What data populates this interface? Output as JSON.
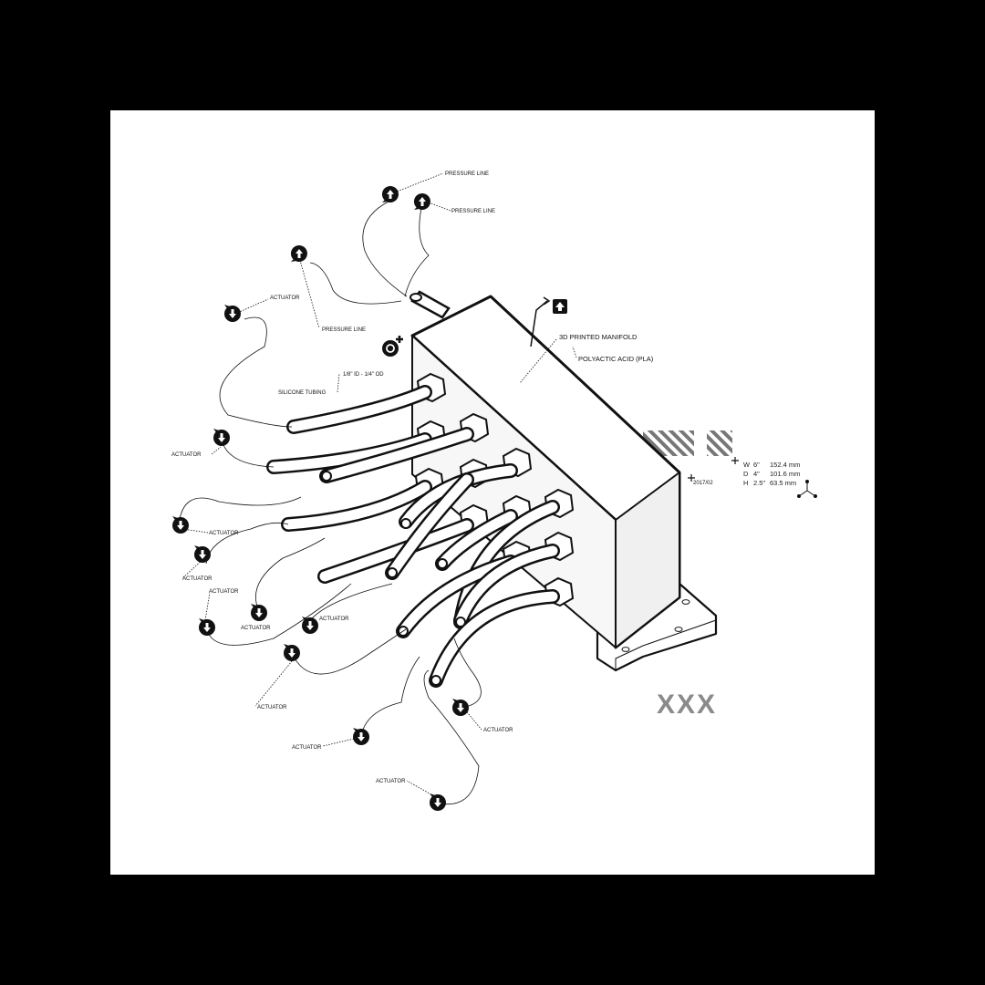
{
  "labels": {
    "pressure_line": "PRESSURE LINE",
    "actuator": "ACTUATOR",
    "silicone_tubing": "SILICONE TUBING",
    "tube_size": "1/8\" ID - 1/4\" OD",
    "manifold": "3D PRINTED MANIFOLD",
    "material": "POLYACTIC ACID (PLA)",
    "date": "2017/02"
  },
  "dimensions": {
    "w": {
      "axis": "W",
      "imperial": "6\"",
      "metric": "152.4 mm"
    },
    "d": {
      "axis": "D",
      "imperial": "4\"",
      "metric": "101.6 mm"
    },
    "h": {
      "axis": "H",
      "imperial": "2.5\"",
      "metric": "63.5 mm"
    }
  },
  "mark": "XXX",
  "colors": {
    "frame": "#000000",
    "sheet": "#ffffff",
    "ink": "#111111",
    "mark": "#8a8a8a",
    "shade": "#eeeeee"
  }
}
